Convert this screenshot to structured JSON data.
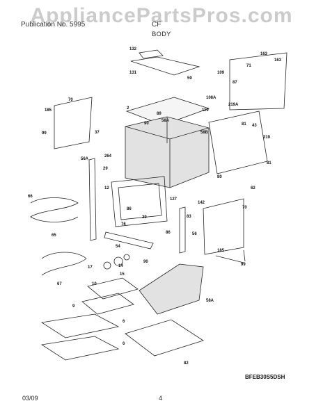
{
  "watermark": "AppliancePartsPros.com",
  "header": {
    "left_fragment": "Publication No. 5995",
    "right_fragment": "CF",
    "section": "BODY"
  },
  "footer": {
    "date": "03/09",
    "page": "4"
  },
  "model_code": "BFEB30S5DSH",
  "callouts": [
    "132",
    "163",
    "71",
    "163",
    "131",
    "59",
    "109",
    "87",
    "185",
    "70",
    "108A",
    "2",
    "119",
    "219A",
    "89",
    "58A",
    "81",
    "90",
    "43",
    "99",
    "37",
    "58B",
    "219",
    "264",
    "56A",
    "29",
    "81",
    "80",
    "12",
    "62",
    "66",
    "127",
    "142",
    "70",
    "86",
    "29",
    "76",
    "83",
    "65",
    "86",
    "56",
    "54",
    "185",
    "17",
    "90",
    "14",
    "15",
    "99",
    "67",
    "10",
    "58A",
    "9",
    "6",
    "6",
    "82"
  ]
}
